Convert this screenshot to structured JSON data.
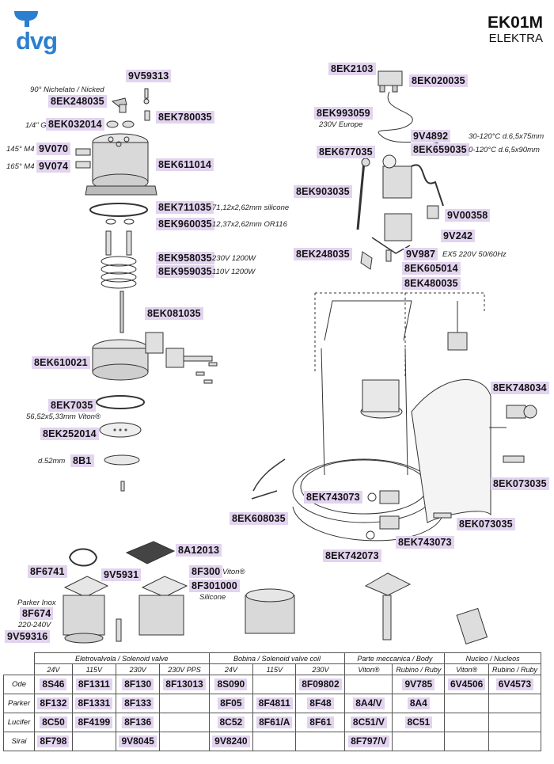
{
  "header": {
    "title": "EK01M",
    "subtitle": "ELEKTRA",
    "logo_text": "dvg"
  },
  "colors": {
    "highlight": "#e2d3ef",
    "logo_blue": "#2c7fd0"
  },
  "labels": {
    "p9V59313": "9V59313",
    "n_nickel": "90° Nichelato / Nicked",
    "p8EK248035a": "8EK248035",
    "n_quarterG": "1/4\" G",
    "p8EK032014": "8EK032014",
    "p8EK780035": "8EK780035",
    "n_145": "145° M4",
    "p9V070": "9V070",
    "n_165": "165° M4",
    "p9V074": "9V074",
    "p8EK611014": "8EK611014",
    "p8EK711035": "8EK711035",
    "n_711": "71,12x2,62mm silicone",
    "p8EK960035": "8EK960035",
    "n_960": "12,37x2,62mm OR116",
    "p8EK958035": "8EK958035",
    "n_958": "230V 1200W",
    "p8EK959035": "8EK959035",
    "n_959": "110V 1200W",
    "p8EK081035": "8EK081035",
    "p8EK610021": "8EK610021",
    "p8EK7035": "8EK7035",
    "n_7035": "56,52x5,33mm Viton®",
    "p8EK252014": "8EK252014",
    "n_d52": "d.52mm",
    "p8B1": "8B1",
    "p8EK2103": "8EK2103",
    "p8EK020035": "8EK020035",
    "p8EK993059": "8EK993059",
    "n_230eu": "230V Europe",
    "p9V4892": "9V4892",
    "n_4892": "30-120°C d.6,5x75mm",
    "p8EK659035": "8EK659035",
    "n_659": "0-120°C d.6,5x90mm",
    "p8EK677035": "8EK677035",
    "p8EK903035": "8EK903035",
    "p9V00358": "9V00358",
    "p9V242": "9V242",
    "p8EK248035b": "8EK248035",
    "p9V987": "9V987",
    "n_987": "EX5 220V 50/60Hz",
    "p8EK605014": "8EK605014",
    "p8EK480035": "8EK480035",
    "p8EK748034": "8EK748034",
    "p8EK073035a": "8EK073035",
    "p8EK743073a": "8EK743073",
    "p8EK608035": "8EK608035",
    "p8EK073035b": "8EK073035",
    "p8EK743073b": "8EK743073",
    "p8EK742073": "8EK742073",
    "p8A12013": "8A12013",
    "p8F6741": "8F6741",
    "p9V5931": "9V5931",
    "p8F300": "8F300",
    "n_viton": "Viton®",
    "p8F301000": "8F301000",
    "n_silicone": "Silicone",
    "n_parker": "Parker Inox",
    "p8F674": "8F674",
    "n_220": "220-240V",
    "p9V59316": "9V59316"
  },
  "table": {
    "groups": [
      "Eletrovalvola / Solenoid valve",
      "Bobina / Solenoid valve coil",
      "Parte meccanica / Body",
      "Nucleo / Nucleos"
    ],
    "columns": [
      "24V",
      "115V",
      "230V",
      "230V PPS",
      "24V",
      "115V",
      "230V",
      "Viton®",
      "Rubino / Ruby",
      "Viton®",
      "Rubino / Ruby"
    ],
    "rows": [
      {
        "label": "Ode",
        "cells": [
          "8S46",
          "8F1311",
          "8F130",
          "8F13013",
          "8S090",
          "",
          "8F09802",
          "",
          "9V785",
          "6V4506",
          "6V4573"
        ]
      },
      {
        "label": "Parker",
        "cells": [
          "8F132",
          "8F1331",
          "8F133",
          "",
          "8F05",
          "8F4811",
          "8F48",
          "8A4/V",
          "8A4",
          "",
          ""
        ]
      },
      {
        "label": "Lucifer",
        "cells": [
          "8C50",
          "8F4199",
          "8F136",
          "",
          "8C52",
          "8F61/A",
          "8F61",
          "8C51/V",
          "8C51",
          "",
          ""
        ]
      },
      {
        "label": "Sirai",
        "cells": [
          "8F798",
          "",
          "9V8045",
          "",
          "9V8240",
          "",
          "",
          "8F797/V",
          "",
          "",
          ""
        ]
      }
    ]
  }
}
